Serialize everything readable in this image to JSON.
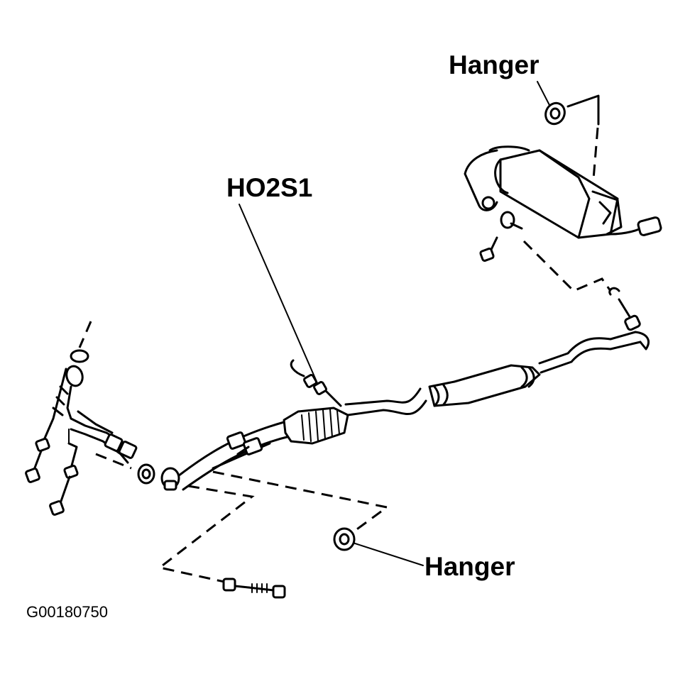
{
  "labels": {
    "hanger_top": "Hanger",
    "ho2s1": "HO2S1",
    "hanger_bottom": "Hanger"
  },
  "figure_id": "G00180750"
}
